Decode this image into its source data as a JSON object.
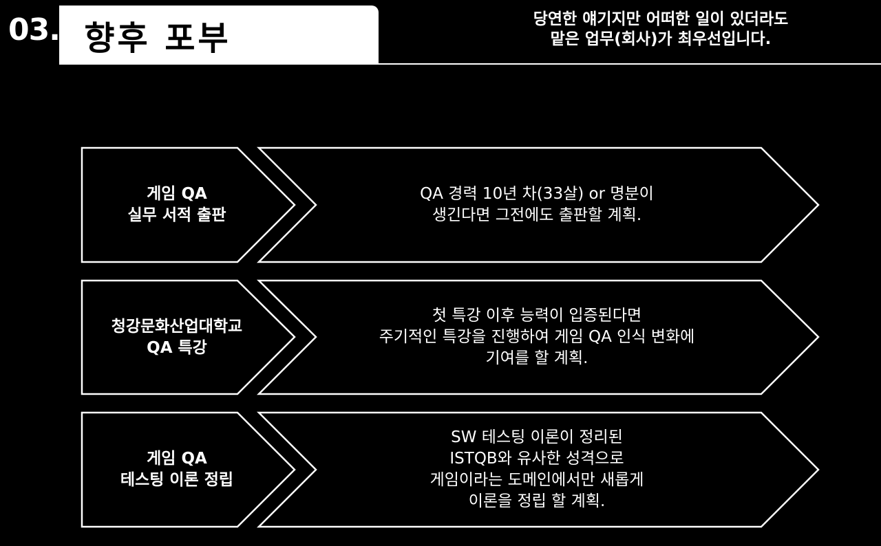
{
  "header": {
    "number": "03.",
    "title": "향후 포부",
    "quote_lines": [
      "당연한 얘기지만 어떠한 일이 있더라도",
      "맡은 업무(회사)가 최우선입니다."
    ]
  },
  "plans": [
    {
      "label_lines": [
        "게임 QA",
        "실무 서적 출판"
      ],
      "desc_lines": [
        "QA 경력 10년 차(33살) or 명분이",
        "생긴다면 그전에도 출판할 계획."
      ]
    },
    {
      "label_lines": [
        "청강문화산업대학교",
        "QA 특강"
      ],
      "desc_lines": [
        "첫 특강 이후 능력이 입증된다면",
        "주기적인 특강을 진행하여 게임 QA 인식 변화에",
        "기여를 할 계획."
      ]
    },
    {
      "label_lines": [
        "게임 QA",
        "테스팅 이론 정립"
      ],
      "desc_lines": [
        "SW 테스팅 이론이 정리된",
        "ISTQB와 유사한 성격으로",
        "게임이라는 도메인에서만 새롭게",
        "이론을 정립 할 계획."
      ]
    }
  ]
}
